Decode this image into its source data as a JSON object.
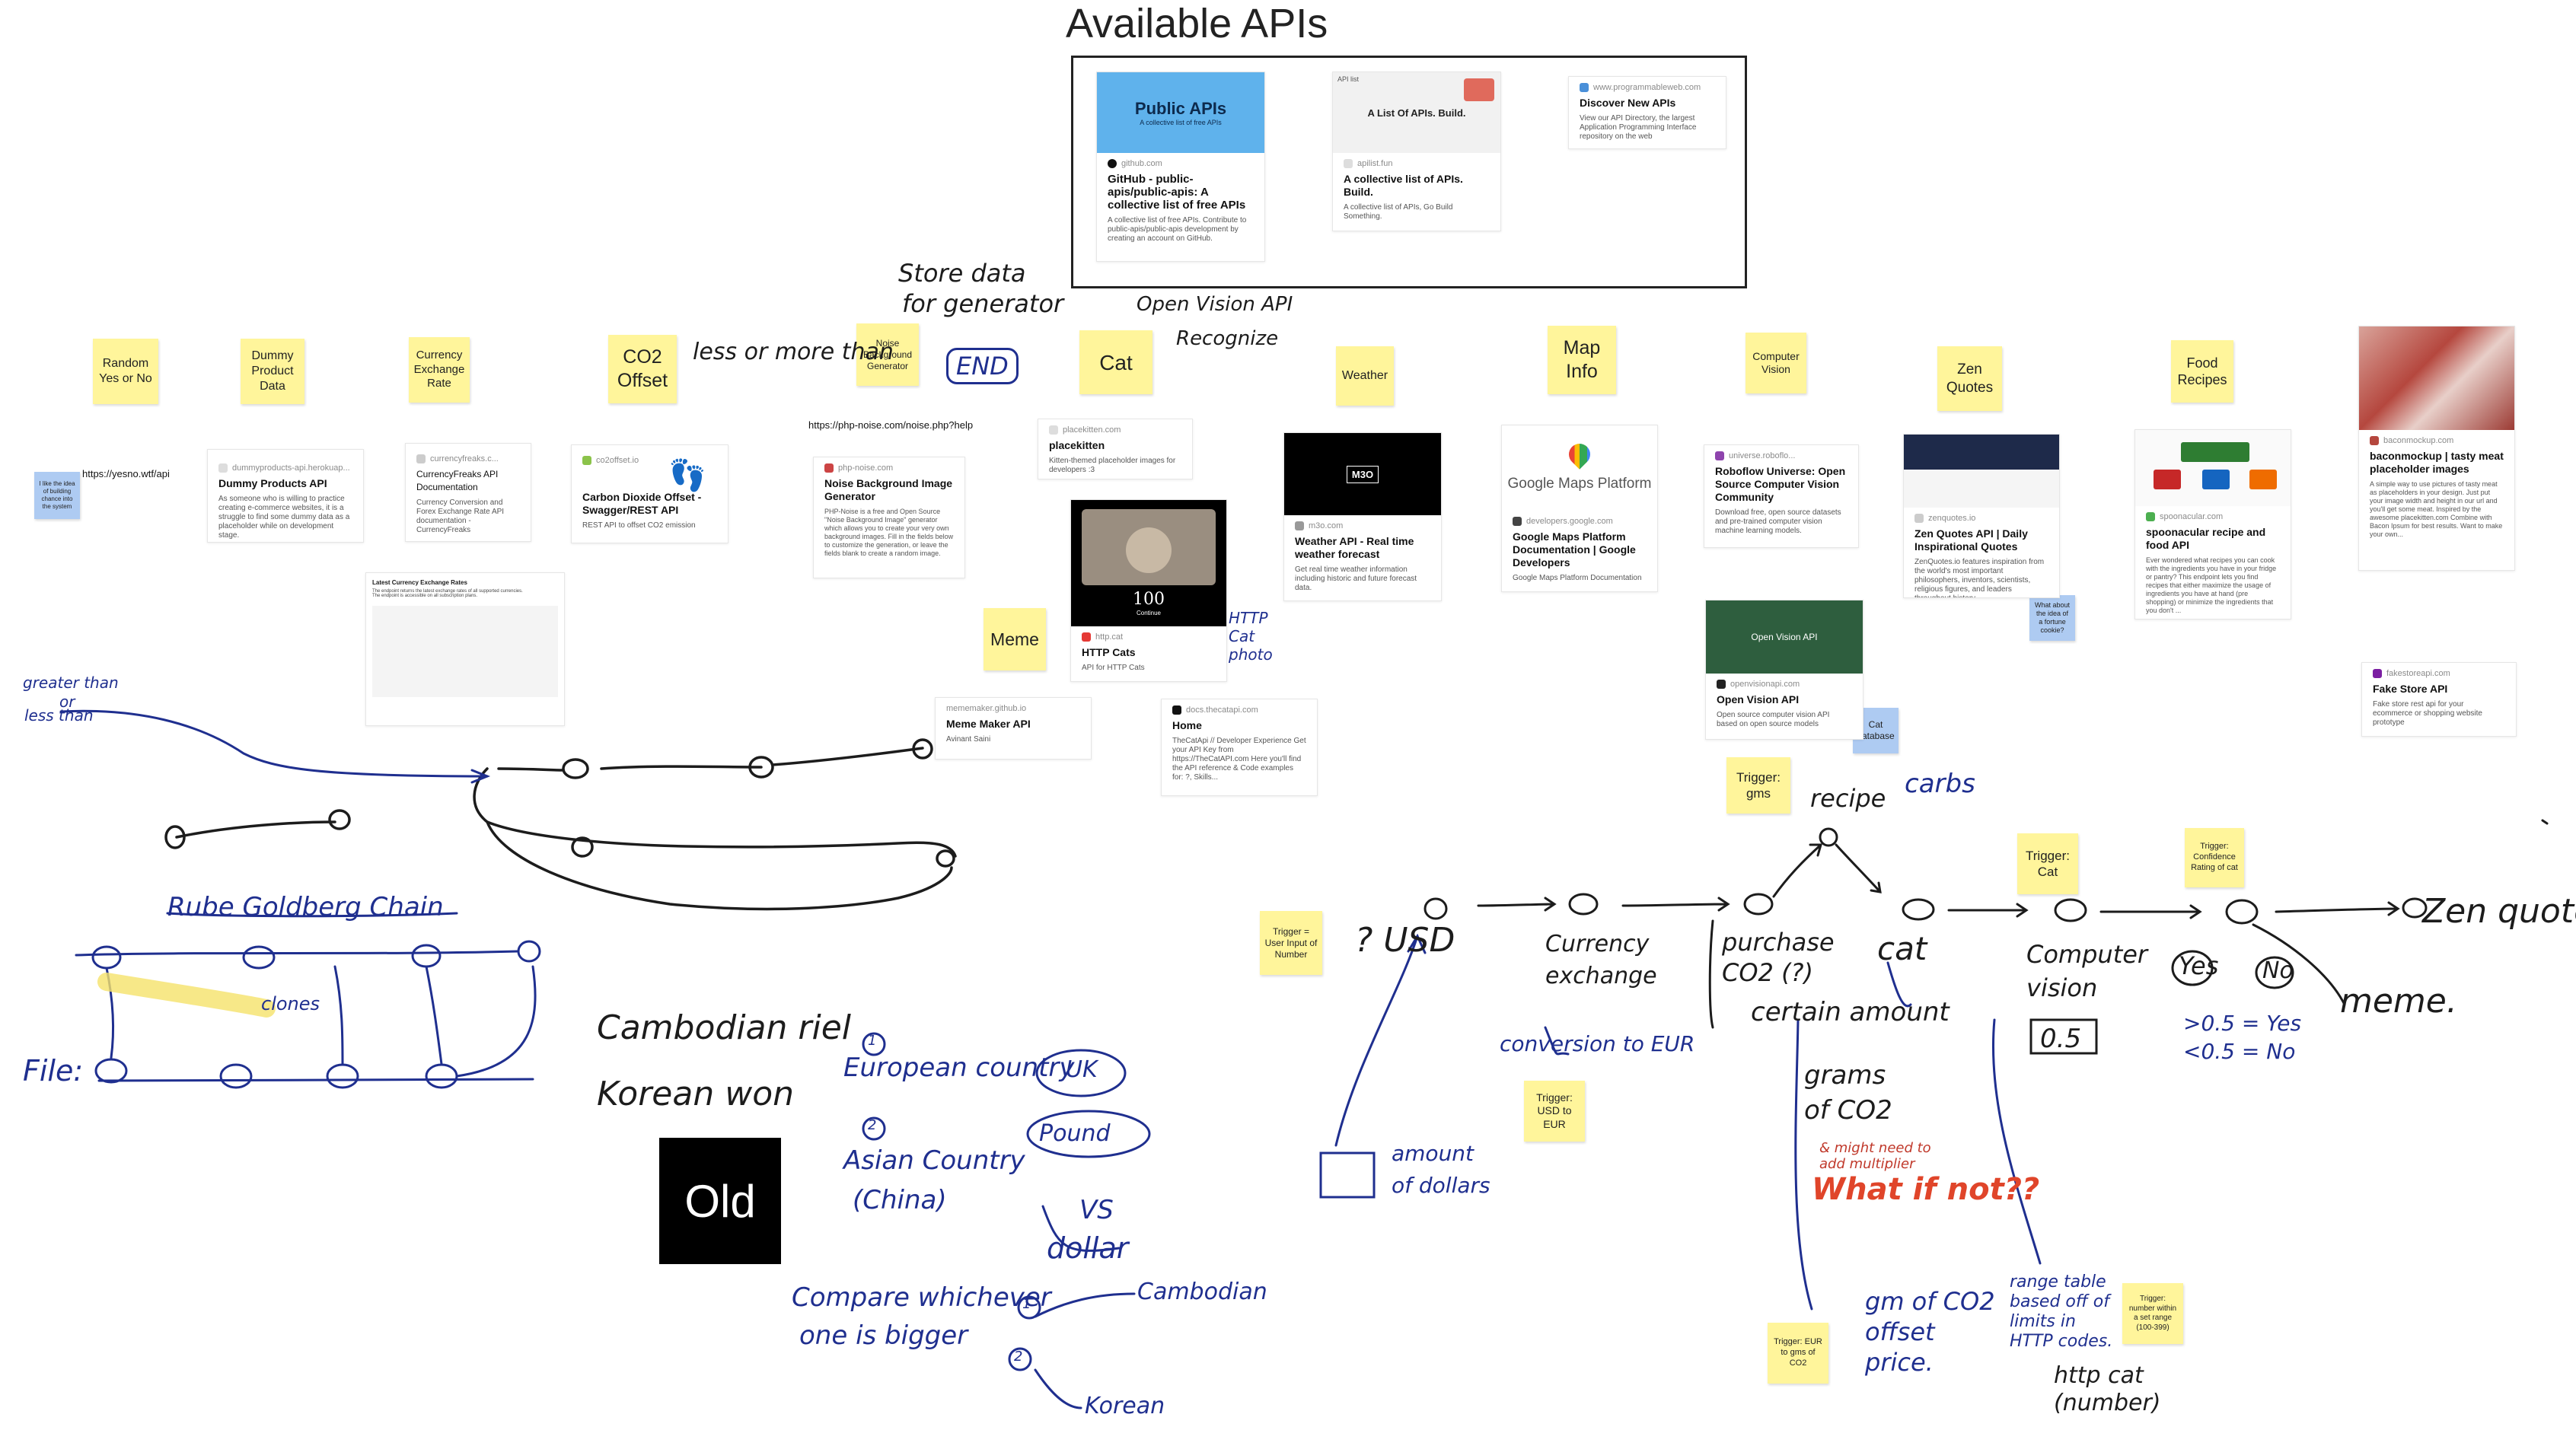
{
  "board_title": "Available APIs",
  "featured": [
    {
      "banner_title": "Public APIs",
      "banner_sub": "A collective list of free APIs",
      "domain": "github.com",
      "title": "GitHub - public-apis/public-apis: A collective list of free APIs",
      "desc": "A collective list of free APIs. Contribute to public-apis/public-apis development by creating an account on GitHub."
    },
    {
      "banner_title": "A List Of APIs. Build.",
      "banner_tag": "API list",
      "domain": "apilist.fun",
      "title": "A collective list of APIs. Build.",
      "desc": "A collective list of APIs, Go Build Something."
    },
    {
      "domain": "www.programmableweb.com",
      "title": "Discover New APIs",
      "desc": "View our API Directory, the largest Application Programming Interface repository on the web"
    }
  ],
  "stickies": {
    "random": "Random Yes or No",
    "dummy": "Dummy Product Data",
    "currency": "Currency Exchange Rate",
    "co2": "CO2 Offset",
    "noise": "Noise Background Generator",
    "cat": "Cat",
    "weather": "Weather",
    "map": "Map Info",
    "cv": "Computer Vision",
    "zen": "Zen Quotes",
    "food": "Food Recipes",
    "meme": "Meme",
    "idea": "I like the idea of building chance into the system",
    "fortune": "What about the idea of a fortune cookie?",
    "catdb": "Cat database",
    "trig_gms": "Trigger: gms",
    "trig_cat": "Trigger: Cat",
    "trig_conf": "Trigger: Confidence Rating of cat",
    "trig_user": "Trigger = User Input of Number",
    "trig_usd": "Trigger: USD to EUR",
    "trig_eur": "Trigger: EUR to gms of CO2",
    "trig_num": "Trigger: number within a set range (100-399)"
  },
  "urls": {
    "yesno": "https://yesno.wtf/api",
    "noise": "https://php-noise.com/noise.php?help"
  },
  "cards": {
    "dummy": {
      "domain": "dummyproducts-api.herokuap...",
      "title": "Dummy Products API",
      "desc": "As someone who is willing to practice creating e-commerce websites, it is a struggle to find some dummy data as a placeholder while on development stage."
    },
    "currency": {
      "domain": "currencyfreaks.c...",
      "title": "CurrencyFreaks API Documentation",
      "desc": "Currency Conversion and Forex Exchange Rate API documentation - CurrencyFreaks"
    },
    "co2": {
      "domain": "co2offset.io",
      "title": "Carbon Dioxide Offset - Swagger/REST API",
      "desc": "REST API to offset CO2 emission"
    },
    "noise": {
      "domain": "php-noise.com",
      "title": "Noise Background Image Generator",
      "desc": "PHP-Noise is a free and Open Source \"Noise Background Image\" generator which allows you to create your very own background images. Fill in the fields below to customize the generation, or leave the fields blank to create a random image."
    },
    "placekitten": {
      "domain": "placekitten.com",
      "title": "placekitten",
      "desc": "Kitten-themed placeholder images for developers :3"
    },
    "httpcats": {
      "domain": "http.cat",
      "title": "HTTP Cats",
      "desc": "API for HTTP Cats",
      "code": "100",
      "code_label": "Continue"
    },
    "weather": {
      "domain": "m3o.com",
      "title": "Weather API - Real time weather forecast",
      "desc": "Get real time weather information including historic and future forecast data.",
      "logo": "M3O"
    },
    "maps": {
      "domain": "developers.google.com",
      "title": "Google Maps Platform Documentation | Google Developers",
      "desc": "Google Maps Platform Documentation",
      "brand": "Google Maps Platform"
    },
    "roboflow": {
      "domain": "universe.roboflo...",
      "title": "Roboflow Universe: Open Source Computer Vision Community",
      "desc": "Download free, open source datasets and pre-trained computer vision machine learning models."
    },
    "zen": {
      "domain": "zenquotes.io",
      "title": "Zen Quotes API | Daily Inspirational Quotes",
      "desc": "ZenQuotes.io features inspiration from the world's most important philosophers, inventors, scientists, religious figures, and leaders throughout history."
    },
    "spoon": {
      "domain": "spoonacular.com",
      "title": "spoonacular recipe and food API",
      "desc": "Ever wondered what recipes you can cook with the ingredients you have in your fridge or pantry? This endpoint lets you find recipes that either maximize the usage of ingredients you have at hand (pre shopping) or minimize the ingredients that you don't ..."
    },
    "bacon": {
      "domain": "baconmockup.com",
      "title": "baconmockup | tasty meat placeholder images",
      "desc": "A simple way to use pictures of tasty meat as placeholders in your design. Just put your image width and height in our url and you'll get some meat. Inspired by the awesome placekitten.com Combine with Bacon Ipsum for best results. Want to make your own..."
    },
    "openvision": {
      "domain": "openvisionapi.com",
      "title": "Open Vision API",
      "desc": "Open source computer vision API based on open source models",
      "banner": "Open Vision API"
    },
    "meme": {
      "domain": "mememaker.github.io",
      "title": "Meme Maker API",
      "desc": "Avinant Saini"
    },
    "catapi": {
      "domain": "docs.thecatapi.com",
      "title": "Home",
      "desc": "TheCatApi // Developer Experience Get your API Key from https://TheCatAPI.com Here you'll find the API reference & Code examples for: ?, Skills..."
    },
    "fakestore": {
      "domain": "fakestoreapi.com",
      "title": "Fake Store API",
      "desc": "Fake store rest api for your ecommerce or shopping website prototype"
    }
  },
  "doc_snippet": {
    "title": "Latest Currency Exchange Rates",
    "line1": "The endpoint returns the latest exchange rates of all supported currencies.",
    "line2": "The endpoint is accessible on all subscription plans."
  },
  "handwriting": {
    "store_data": "Store data",
    "for_generator": "for generator",
    "less_or_more": "less or more than",
    "end": "END",
    "open_vision": "Open Vision API",
    "recognize": "Recognize",
    "http_cat_photo": "HTTP Cat photo",
    "greater_than": "greater than",
    "or": "or",
    "less_than": "less than",
    "rube": "Rube Goldberg Chain",
    "clones": "clones",
    "file": "File:",
    "cambodian_riel": "Cambodian riel",
    "korean_won": "Korean won",
    "european": "European country",
    "uk": "UK",
    "pound": "Pound",
    "asian": "Asian Country",
    "china": "(China)",
    "vs": "VS",
    "dollar": "dollar",
    "compare": "Compare whichever",
    "bigger": "one is bigger",
    "cambodian": "Cambodian",
    "korean": "Korean",
    "n1": "1",
    "n2": "2",
    "qusd": "? USD",
    "currency_exchange": "Currency exchange",
    "conversion": "conversion to EUR",
    "amount_dollars": "amount of dollars",
    "purchase": "purchase CO2 (?)",
    "certain": "certain amount",
    "grams": "grams of CO2",
    "might_need": "& might need to add multiplier",
    "whatifnot": "What if not??",
    "gm_offset": "gm of CO2 offset price.",
    "recipe": "recipe",
    "carbs": "carbs",
    "cat": "cat",
    "computer_vision": "Computer vision",
    "cv_value": "0.5",
    "yes": "Yes",
    "no": "No",
    "zen_quote": "Zen quote",
    "meme": "meme.",
    "gt": ">0.5 = Yes",
    "lt": "<0.5 = No",
    "range_table": "range table based off of limits in HTTP codes.",
    "http_cat": "http cat (number)"
  },
  "old_label": "Old",
  "colors": {
    "sticky": "#fff59b",
    "sticky_blue": "#aecbf2",
    "ink_navy": "#1f2f8f",
    "ink_dark": "#1c1c1c",
    "red": "#e0452a"
  }
}
